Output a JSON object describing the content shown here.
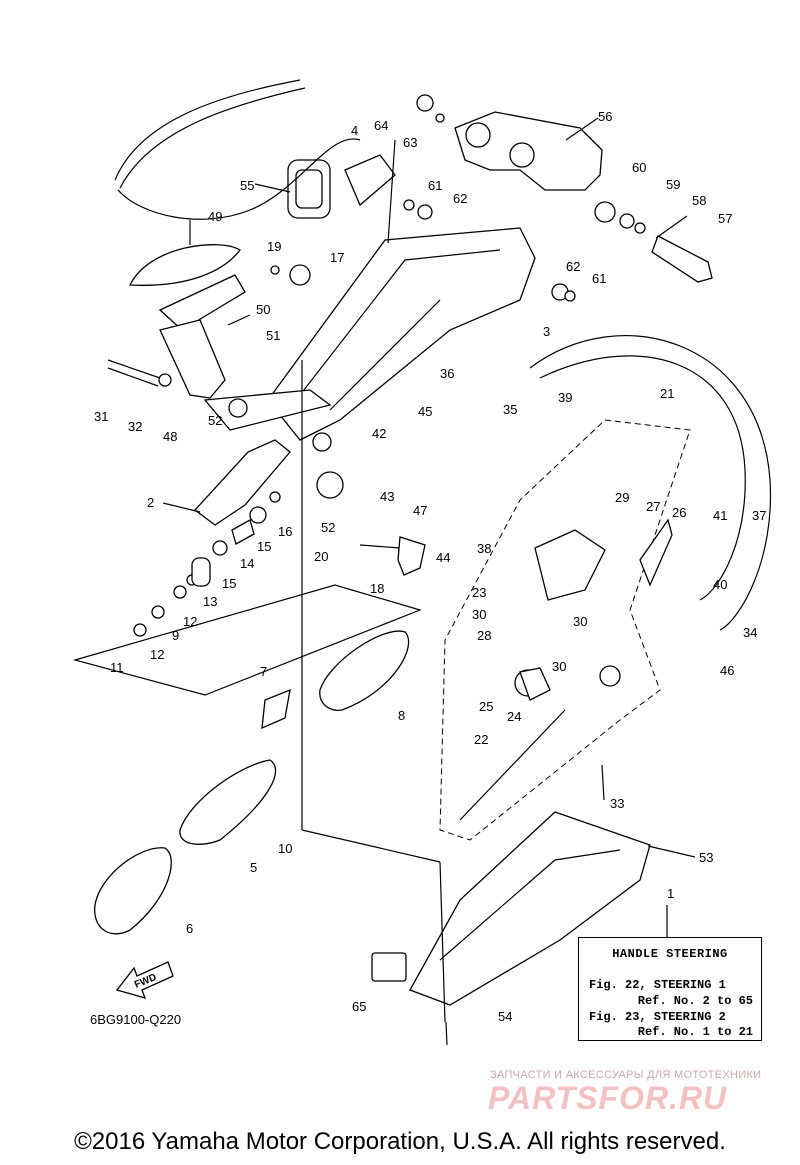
{
  "callouts": [
    "1",
    "2",
    "3",
    "4",
    "5",
    "6",
    "7",
    "8",
    "9",
    "10",
    "11",
    "12",
    "12",
    "13",
    "14",
    "15",
    "15",
    "16",
    "17",
    "18",
    "19",
    "20",
    "21",
    "22",
    "23",
    "24",
    "25",
    "26",
    "27",
    "28",
    "29",
    "30",
    "30",
    "30",
    "31",
    "32",
    "33",
    "34",
    "35",
    "36",
    "37",
    "38",
    "39",
    "40",
    "41",
    "42",
    "43",
    "44",
    "45",
    "46",
    "47",
    "48",
    "49",
    "50",
    "51",
    "52",
    "52",
    "53",
    "54",
    "55",
    "56",
    "57",
    "58",
    "59",
    "60",
    "61",
    "61",
    "62",
    "62",
    "63",
    "64",
    "65"
  ],
  "info_box": {
    "title": "HANDLE STEERING",
    "line1": "Fig. 22, STEERING 1",
    "ref1": "Ref. No. 2 to 65",
    "line2": "Fig. 23, STEERING 2",
    "ref2": "Ref. No. 1 to 21"
  },
  "fwd_label": "FWD",
  "diagram_code": "6BG9100-Q220",
  "watermark": {
    "tagline": "ЗАПЧАСТИ И АКСЕССУАРЫ ДЛЯ МОТОТЕХНИКИ",
    "logo": "PARTSFOR.RU"
  },
  "copyright": "©2016 Yamaha Motor Corporation, U.S.A. All rights reserved."
}
